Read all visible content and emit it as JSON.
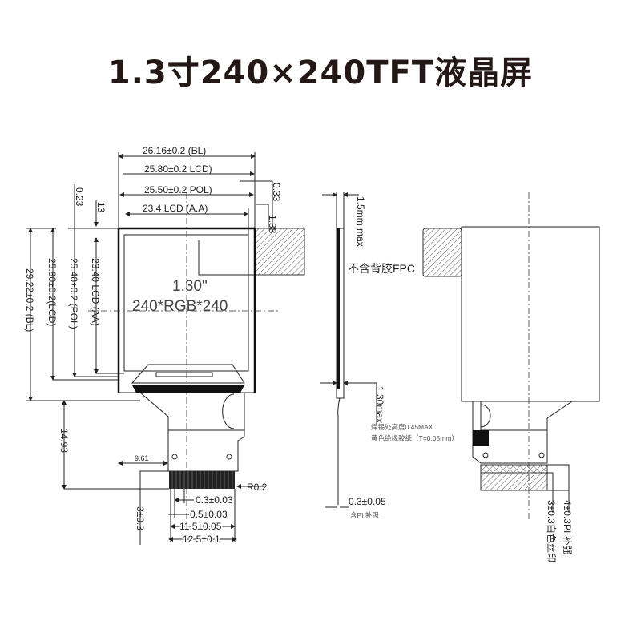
{
  "title": "1.3寸240×240TFT液晶屏",
  "front_view": {
    "dim_bl_width": "26.16±0.2 (BL)",
    "dim_lcd_width": "25.80±0.2  LCD)",
    "dim_pol_width": "25.50±0.2  POL)",
    "dim_aa_width": "23.4   LCD (A.A)",
    "dim_023": "0.23",
    "dim_13": "13",
    "dim_033": "0.33",
    "dim_138": "1.38",
    "dim_bl_height": "29.22±0.2 (BL)",
    "dim_lcd_height": "25.80±0.2(LCD)",
    "dim_pol_height": "25.40±0.2 (POL)",
    "dim_aa_height": "23.40 LCD (AA)",
    "size_label": "1.30\"",
    "resolution_label": "240*RGB*240",
    "dim_fpc_length": "14.93",
    "dim_offset": "9.61",
    "dim_finger_length": "3±0.3",
    "dim_radius": "R0.2",
    "dim_pin_width": "0.3±0.03",
    "dim_pitch": "0.5±0.03",
    "dim_span": "11.5±0.05",
    "dim_fpc_width": "12.5±0.1"
  },
  "side_view": {
    "dim_thickness": "1.5mm max",
    "fpc_note": "不含背胶FPC",
    "dim_fpc_thickness": "1.30max",
    "note_solder": "焊锡处高度0.45MAX",
    "note_tape": "黄色绝缘胶纸（T=0.05mm）",
    "dim_tail": "0.3±0.05",
    "note_pi": "含PI 补强"
  },
  "back_view": {
    "dim_pi": "4±0.3PI 补强",
    "dim_silk": "3±0.3白色丝印"
  }
}
